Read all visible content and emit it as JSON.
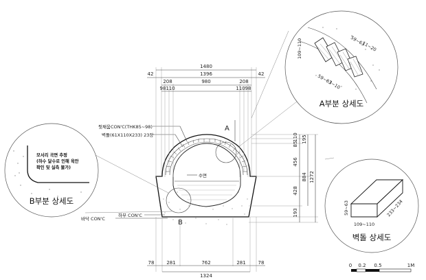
{
  "drawing": {
    "dims_top": {
      "overall": "1480",
      "inner": "1396",
      "edge_left": "42",
      "edge_right": "42",
      "seg_left": "208",
      "seg_mid": "980",
      "seg_right": "208",
      "sub_left_a": "98",
      "sub_left_b": "110",
      "sub_right_a": "110",
      "sub_right_b": "98"
    },
    "dims_right": {
      "d1": "110",
      "d2": "85",
      "d3": "195",
      "d4": "456",
      "d5": "884",
      "d6": "1272",
      "d7": "428",
      "d8": "193"
    },
    "dims_bottom": {
      "total": "1324",
      "b1": "78",
      "b2": "281",
      "b3": "762",
      "b4": "281",
      "b5": "78"
    },
    "labels": {
      "backfill": "뒷채움CON'C(THK85~98)",
      "brick": "벽돌(61X110X233) 23장",
      "water_surface": "수면",
      "floor_concrete": "바닥 CON'C",
      "lower_concrete": "하부 CON'C",
      "marker_a": "A",
      "marker_b": "B"
    },
    "detail_a": {
      "caption": "A부분 상세도",
      "dim_left": "109~110",
      "dim_top": "59~63",
      "dim_top2": "11~20",
      "dim_bottom": "59~63",
      "dim_bottom2": "3~10"
    },
    "detail_b": {
      "caption": "B부분 상세도",
      "note_line1": "모서리 곡면 추정",
      "note_line2": "(하수 달수로 인해 육안",
      "note_line3": "확인 및 실측 불가)"
    },
    "detail_brick": {
      "caption": "벽돌 상세도",
      "dim_height": "59~63",
      "dim_width": "109~110",
      "dim_length": "233~234"
    },
    "scale_bar": {
      "ticks": [
        "0",
        "0.2",
        "0.5",
        "1M"
      ]
    }
  }
}
